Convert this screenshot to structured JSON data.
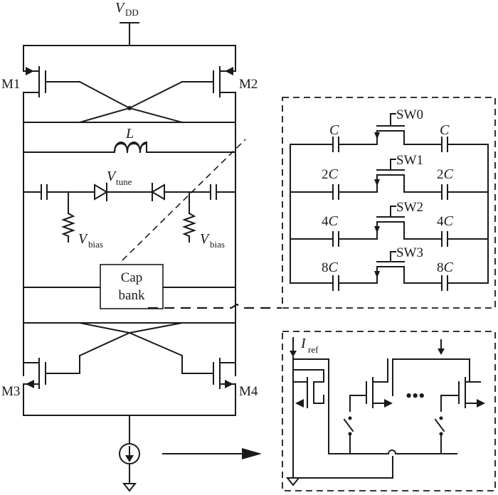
{
  "vdd": {
    "main": "V",
    "sub": "DD"
  },
  "transistors": {
    "m1": "M1",
    "m2": "M2",
    "m3": "M3",
    "m4": "M4"
  },
  "inductor": "L",
  "vtune": {
    "main": "V",
    "sub": "tune"
  },
  "vbias": {
    "main": "V",
    "sub": "bias"
  },
  "cap_bank": {
    "line1": "Cap",
    "line2": "bank"
  },
  "switches": [
    "SW0",
    "SW1",
    "SW2",
    "SW3"
  ],
  "cap_labels": [
    {
      "coef": "",
      "unit": "C"
    },
    {
      "coef": "2",
      "unit": "C"
    },
    {
      "coef": "4",
      "unit": "C"
    },
    {
      "coef": "8",
      "unit": "C"
    }
  ],
  "iref": {
    "main": "I",
    "sub": "ref"
  },
  "ellipsis": "•••"
}
